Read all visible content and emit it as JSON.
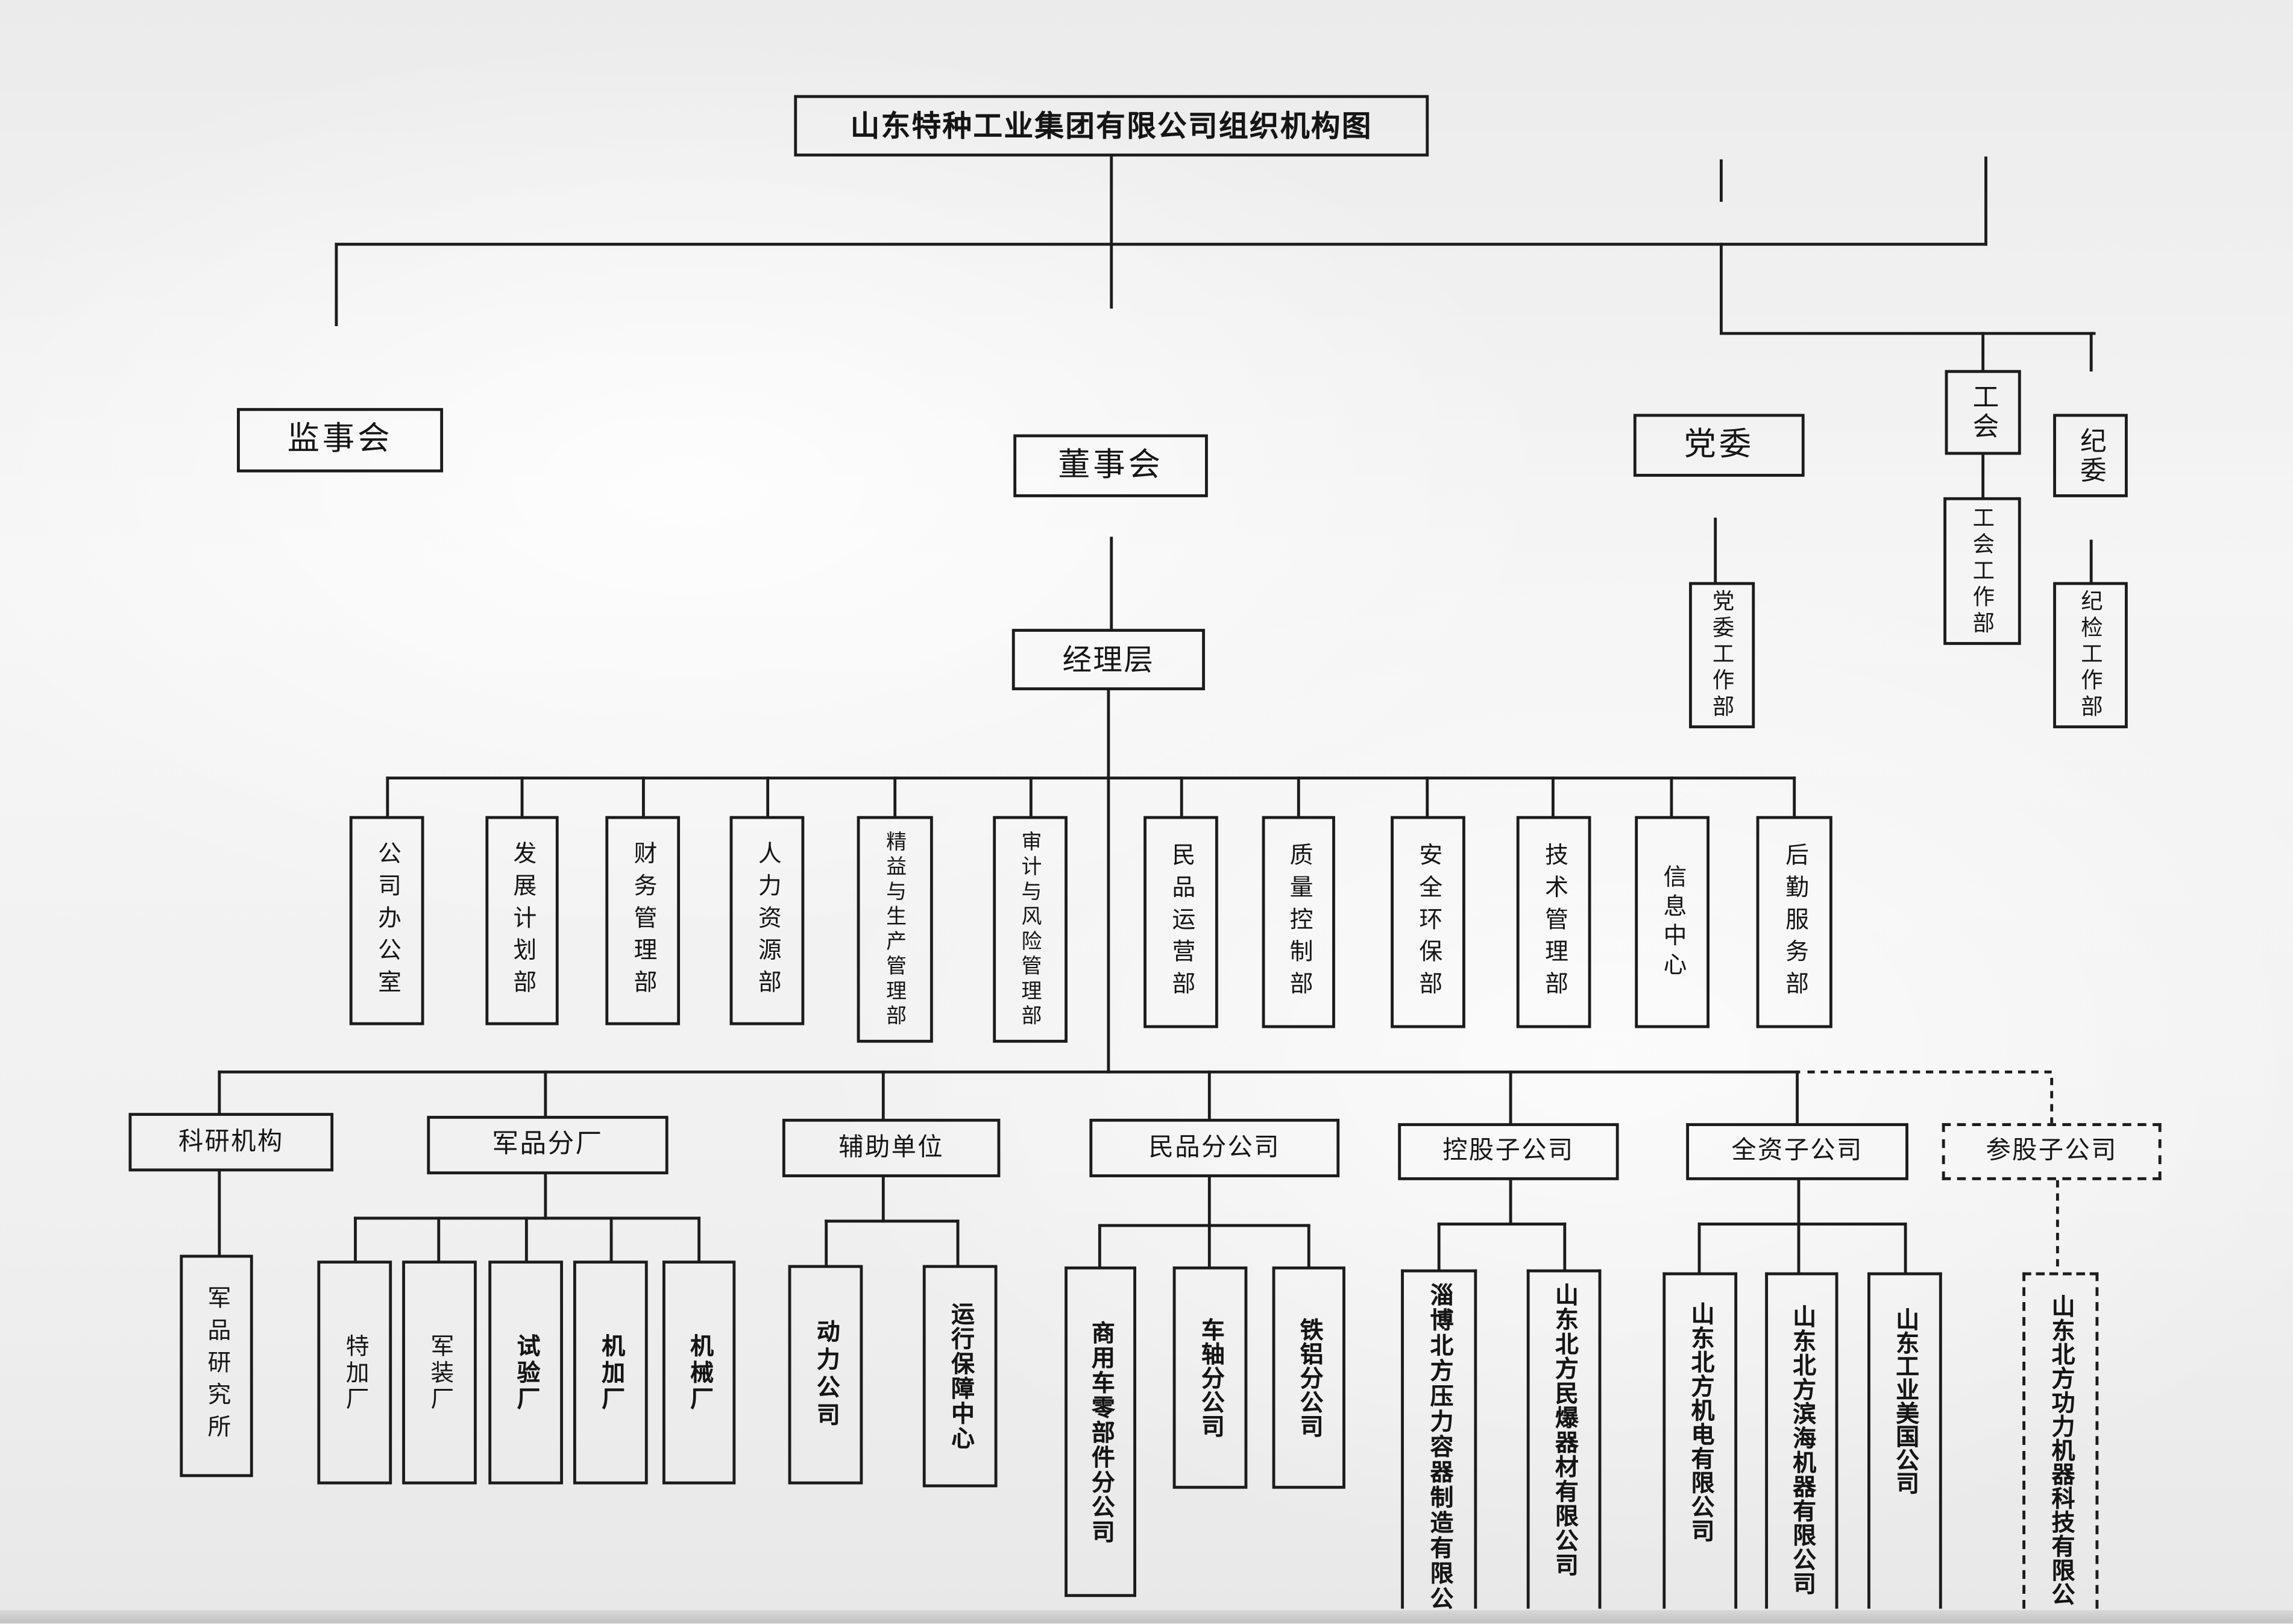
{
  "title": "山东特种工业集团有限公司组织机构图",
  "governance": {
    "supervisory_board": "监事会",
    "board_of_directors": "董事会",
    "party_committee": "党委",
    "labor_union": "工会",
    "discipline_committee": "纪委",
    "party_committee_dept": "党委工作部",
    "labor_union_dept": "工会工作部",
    "discipline_dept": "纪检工作部"
  },
  "management": "经理层",
  "departments": [
    "公司办公室",
    "发展计划部",
    "财务管理部",
    "人力资源部",
    "精益与生产管理部",
    "审计与风险管理部",
    "民品运营部",
    "质量控制部",
    "安全环保部",
    "技术管理部",
    "信息中心",
    "后勤服务部"
  ],
  "units": [
    {
      "label": "科研机构",
      "children": [
        "军品研究所"
      ]
    },
    {
      "label": "军品分厂",
      "children": [
        "特加厂",
        "军装厂",
        "试验厂",
        "机加厂",
        "机械厂"
      ]
    },
    {
      "label": "辅助单位",
      "children": [
        "动力公司",
        "运行保障中心"
      ]
    },
    {
      "label": "民品分公司",
      "children": [
        "商用车零部件分公司",
        "车轴分公司",
        "铁铝分公司"
      ]
    },
    {
      "label": "控股子公司",
      "children": [
        "淄博北方压力容器制造有限公",
        "山东北方民爆器材有限公司"
      ]
    },
    {
      "label": "全资子公司",
      "children": [
        "山东北方机电有限公司",
        "山东北方滨海机器有限公司",
        "山东工业美国公司"
      ]
    },
    {
      "label": "参股子公司",
      "children": [
        "山东北方功力机器科技有限公"
      ]
    }
  ]
}
